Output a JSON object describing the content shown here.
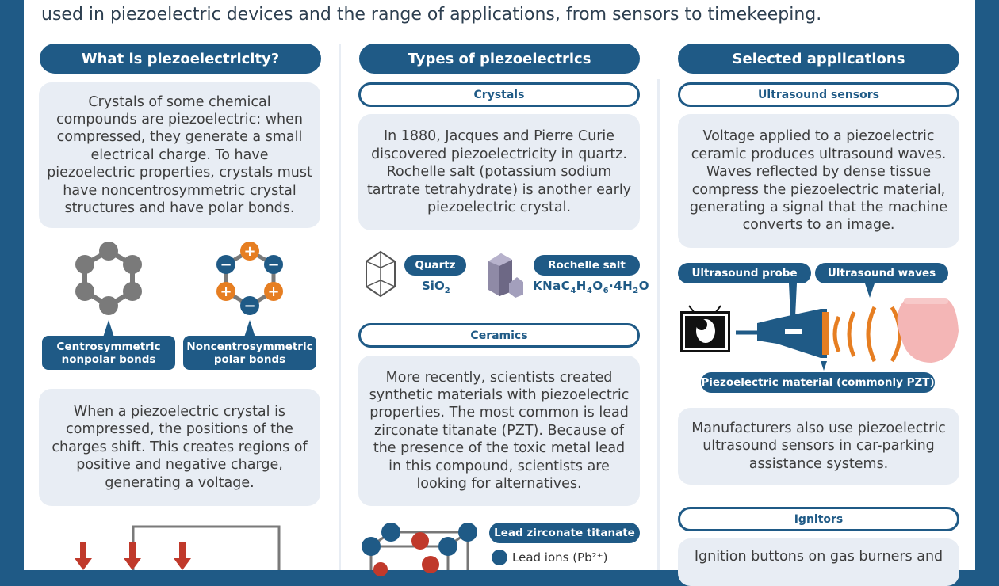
{
  "intro": "used in piezoelectric devices and the range of applications, from sensors to timekeeping.",
  "columns": {
    "what": {
      "title": "What is piezoelectricity?",
      "text1": "Crystals of some chemical compounds are piezoelectric: when compressed, they generate a small electrical charge. To have piezoelectric properties, crystals must have noncentrosymmetric crystal structures and have polar bonds.",
      "label_centro": "Centrosymmetric nonpolar bonds",
      "label_noncentro": "Noncentrosymmetric polar bonds",
      "text2": "When a piezoelectric crystal is compressed, the positions of the charges shift. This creates regions of positive and negative charge, generating a voltage."
    },
    "types": {
      "title": "Types of piezoelectrics",
      "crystals_title": "Crystals",
      "crystals_text": "In 1880, Jacques and Pierre Curie discovered piezoelectricity in quartz. Rochelle salt (potassium sodium tartrate tetrahydrate) is another early piezoelectric crystal.",
      "quartz_label": "Quartz",
      "rochelle_label": "Rochelle salt",
      "ceramics_title": "Ceramics",
      "ceramics_text": "More recently, scientists created synthetic materials with piezoelectric properties. The most common is lead zirconate titanate (PZT). Because of the presence of the toxic metal lead in this compound, scientists are looking for alternatives.",
      "pzt_label": "Lead zirconate titanate",
      "lead_ions": "Lead ions (Pb²⁺)"
    },
    "apps": {
      "title": "Selected applications",
      "ultrasound_title": "Ultrasound sensors",
      "ultrasound_text": "Voltage applied to a piezoelectric ceramic produces ultrasound waves. Waves reflected by dense tissue compress the piezoelectric material, generating a signal that the machine converts to an image.",
      "probe_label": "Ultrasound probe",
      "waves_label": "Ultrasound waves",
      "material_label": "Piezoelectric material (commonly PZT)",
      "parking_text": "Manufacturers also use piezoelectric ultrasound sensors in car-parking assistance systems.",
      "ignitors_title": "Ignitors",
      "ignitors_text": "Ignition buttons on gas burners and"
    }
  },
  "colors": {
    "brand": "#1f5a86",
    "box": "#e8edf4",
    "positive": "#e67e22",
    "arrow": "#c0392b"
  }
}
